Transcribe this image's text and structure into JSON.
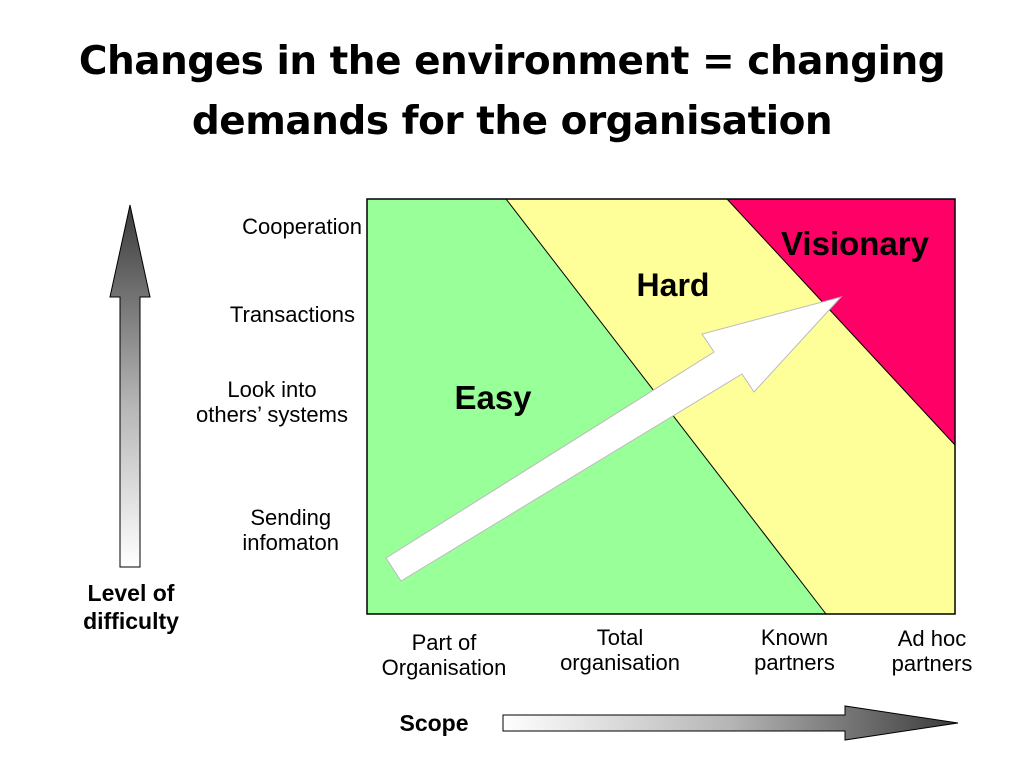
{
  "title_line1": "Changes in the environment = changing",
  "title_line2": "demands for the organisation",
  "y_axis": {
    "title_line1": "Level of",
    "title_line2": "difficulty",
    "levels": [
      {
        "line1": "Cooperation",
        "line2": ""
      },
      {
        "line1": "Transactions",
        "line2": ""
      },
      {
        "line1": "Look into",
        "line2": "others’ systems"
      },
      {
        "line1": "Sending",
        "line2": "infomaton"
      }
    ]
  },
  "x_axis": {
    "title": "Scope",
    "categories": [
      {
        "line1": "Part of",
        "line2": "Organisation"
      },
      {
        "line1": "Total",
        "line2": "organisation"
      },
      {
        "line1": "Known",
        "line2": "partners"
      },
      {
        "line1": "Ad hoc",
        "line2": "partners"
      }
    ]
  },
  "zones": [
    {
      "label": "Easy",
      "color": "#99ff99"
    },
    {
      "label": "Hard",
      "color": "#ffff99"
    },
    {
      "label": "Visionary",
      "color": "#ff0066"
    }
  ],
  "colors": {
    "border": "#000000",
    "arrow_fill": "#ffffff",
    "axis_arrow_dark": "#444444"
  }
}
